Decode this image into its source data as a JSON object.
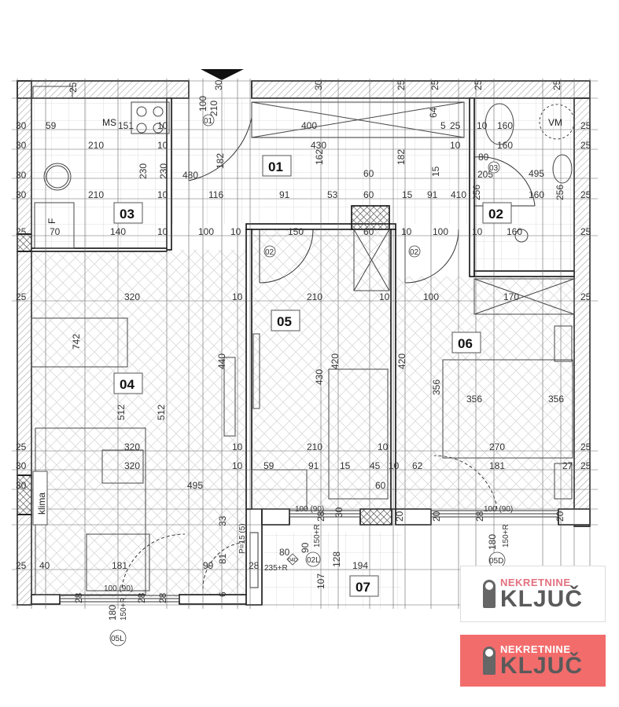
{
  "colors": {
    "wall_hatch": "#9a9a9a",
    "grid": "#555555",
    "logo_accent": "#e4707e",
    "logo_text": "#5a5a5a",
    "logo_bg_alt": "#f36c6c"
  },
  "rooms": [
    "01",
    "02",
    "03",
    "04",
    "05",
    "06",
    "07"
  ],
  "labels": {
    "ms": "MS",
    "vm": "VM",
    "fridge": "F",
    "klima": "klima"
  },
  "door_tags": [
    "01",
    "02",
    "02",
    "03",
    "02L",
    "04D",
    "05L",
    "05D"
  ],
  "dims": [
    "25",
    "30",
    "30",
    "25",
    "25",
    "25",
    "25",
    "30",
    "59",
    "151",
    "10",
    "400",
    "64",
    "5",
    "25",
    "10",
    "160",
    "25",
    "30",
    "210",
    "10",
    "430",
    "10",
    "160",
    "25",
    "30",
    "230",
    "230",
    "480",
    "182",
    "162",
    "60",
    "182",
    "15",
    "495",
    "80",
    "205",
    "30",
    "210",
    "10",
    "116",
    "91",
    "53",
    "60",
    "15",
    "91",
    "410",
    "256",
    "160",
    "256",
    "25",
    "25",
    "70",
    "140",
    "10",
    "100",
    "10",
    "150",
    "60",
    "10",
    "100",
    "10",
    "160",
    "25",
    "25",
    "320",
    "10",
    "210",
    "10",
    "100",
    "170",
    "25",
    "742",
    "440",
    "430",
    "420",
    "420",
    "356",
    "356",
    "356",
    "512",
    "512",
    "25",
    "320",
    "10",
    "210",
    "10",
    "270",
    "25",
    "30",
    "320",
    "10",
    "59",
    "91",
    "15",
    "45",
    "10",
    "62",
    "181",
    "27",
    "25",
    "30",
    "495",
    "60",
    "33",
    "81",
    "99",
    "28",
    "40",
    "181",
    "25",
    "6",
    "128",
    "107",
    "194",
    "100 (90)",
    "100 (90)",
    "100 (90)",
    "28",
    "28",
    "28",
    "28",
    "28",
    "20",
    "20",
    "20",
    "30",
    "P=15 (5)",
    "235+R",
    "80",
    "90",
    "150+R",
    "180",
    "150+R",
    "180",
    "150+R",
    "100",
    "210"
  ],
  "logos": [
    {
      "line1": "NEKRETNINE",
      "line2": "KLJUČ"
    },
    {
      "line1": "NEKRETNINE",
      "line2": "KLJUČ"
    }
  ]
}
